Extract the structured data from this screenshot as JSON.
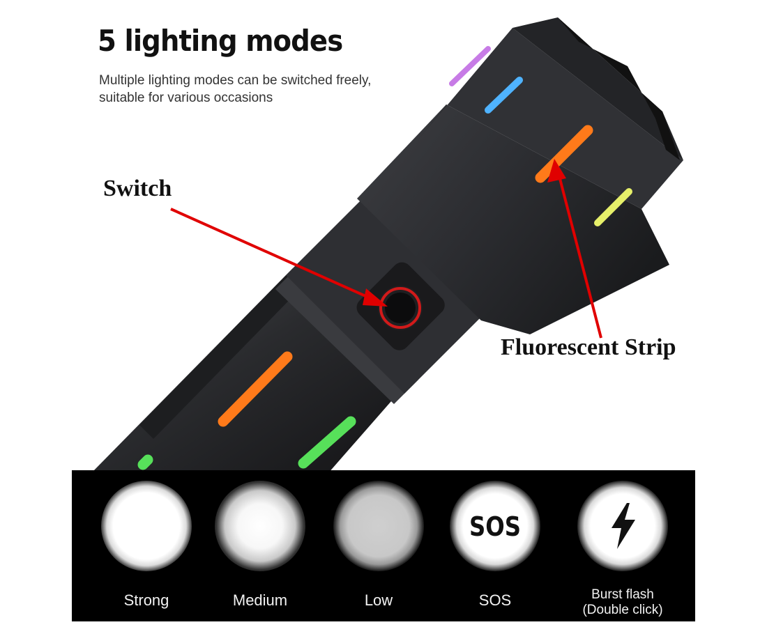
{
  "header": {
    "title": "5 lighting modes",
    "subtitle_line1": "Multiple lighting modes can be switched freely,",
    "subtitle_line2": "suitable for various occasions"
  },
  "callouts": {
    "switch_label": "Switch",
    "strip_label": "Fluorescent Strip",
    "arrow_color": "#e00000"
  },
  "product": {
    "body_color": "#2b2b2d",
    "strip_colors": [
      "#ff7a1a",
      "#57e05a",
      "#4fb3ff",
      "#e6f06a",
      "#c77be6"
    ]
  },
  "modes": [
    {
      "label": "Strong",
      "icon": "strong-light-icon"
    },
    {
      "label": "Medium",
      "icon": "medium-light-icon"
    },
    {
      "label": "Low",
      "icon": "low-light-icon"
    },
    {
      "label": "SOS",
      "icon": "sos-icon",
      "icon_text": "SOS"
    },
    {
      "label_line1": "Burst flash",
      "label_line2": "(Double click)",
      "icon": "lightning-bolt-icon"
    }
  ]
}
